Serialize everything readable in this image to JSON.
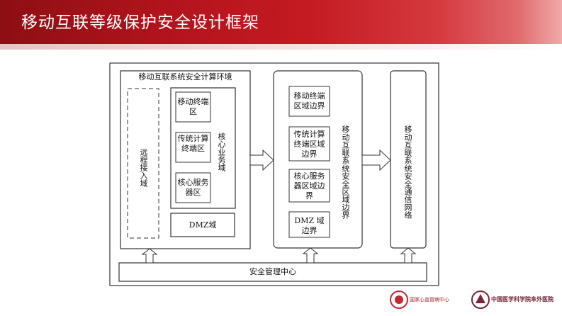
{
  "header": {
    "title": "移动互联等级保护安全设计框架"
  },
  "diagram": {
    "compute_env": {
      "title": "移动互联系统安全计算环境",
      "remote_access": "远程接入域",
      "core_business": "核心业务域",
      "mobile_terminal": "移动终端区",
      "traditional_terminal": "传统计算终端区",
      "core_server": "核心服务器区",
      "dmz": "DMZ域"
    },
    "boundary": {
      "mobile_terminal_boundary": "移动终端区域边界",
      "traditional_terminal_boundary": "传统计算终端区域边界",
      "core_server_boundary": "核心服务器区域边界",
      "dmz_boundary": "DMZ 域边界",
      "title": "移动互联系统安全区域边界"
    },
    "network": {
      "title": "移动互联系统安全通信网络"
    },
    "management": {
      "title": "安全管理中心"
    }
  },
  "footer": {
    "logo1_name": "国家心血管病中心",
    "logo2_name": "中国医学科学院阜外医院"
  }
}
